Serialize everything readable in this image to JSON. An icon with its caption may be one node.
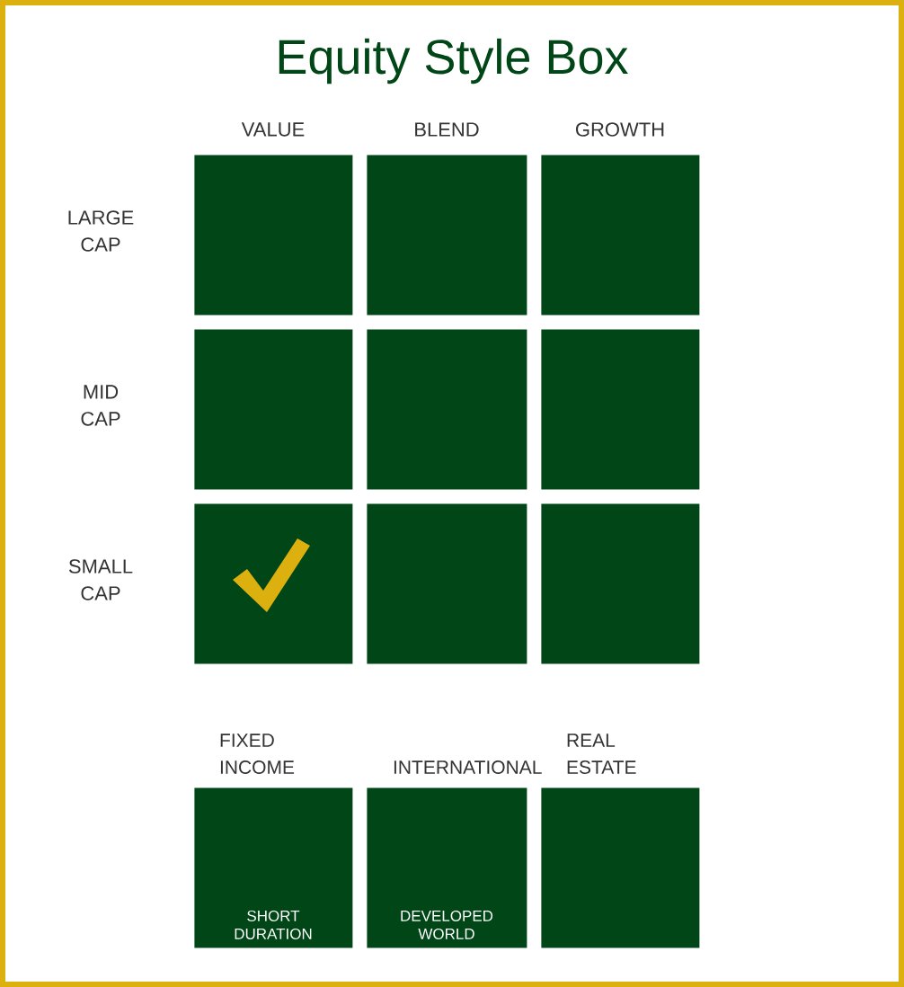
{
  "diagram": {
    "title": "Equity Style Box",
    "nodes": [
      {
        "text": [],
        "shape": "box"
      },
      {
        "text": [],
        "shape": "box"
      },
      {
        "text": [],
        "shape": "box"
      },
      {
        "text": [],
        "shape": "box"
      },
      {
        "text": [],
        "shape": "box"
      },
      {
        "text": [],
        "shape": "box"
      },
      {
        "text": [],
        "shape": "box"
      },
      {
        "text": [],
        "shape": "box"
      },
      {
        "text": [],
        "shape": "box"
      },
      {
        "text": [
          "FIXED INCOME",
          "SHORT DURATION"
        ]
      },
      {
        "text": [
          "INTERNATIONAL",
          "DEVELOPED WORLD"
        ]
      },
      {
        "text": [
          "REAL ESTATE"
        ]
      }
    ],
    "labels": [
      "VALUE",
      "BLEND",
      "GROWTH",
      "LARGE CAP",
      "MID CAP",
      "SMALL CAP"
    ]
  }
}
